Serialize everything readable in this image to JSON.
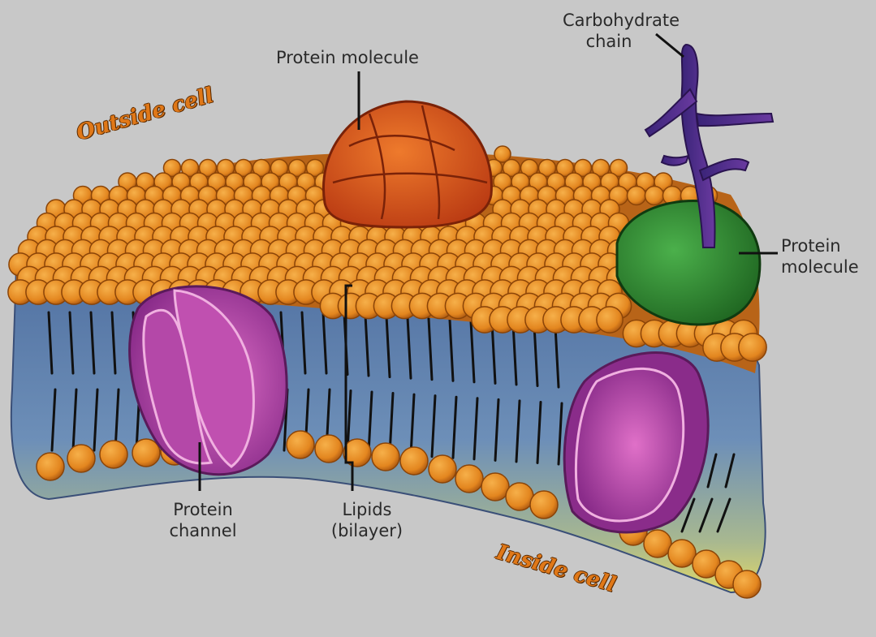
{
  "labels": {
    "protein_molecule_top": "Protein molecule",
    "carbohydrate_line1": "Carbohydrate",
    "carbohydrate_line2": "chain",
    "protein_molecule_right_line1": "Protein",
    "protein_molecule_right_line2": "molecule",
    "protein_channel_line1": "Protein",
    "protein_channel_line2": "channel",
    "lipids_line1": "Lipids",
    "lipids_line2": "(bilayer)",
    "outside_cell": "Outside cell",
    "inside_cell": "Inside cell"
  },
  "colors": {
    "background": "#c8c8c8",
    "lipid_head": "#e8922a",
    "lipid_head_dark": "#a85510",
    "membrane_blue": "#5a7aa8",
    "membrane_yellow": "#d8d070",
    "protein_red": "#d8521c",
    "protein_green": "#2e8a2e",
    "protein_channel_purple": "#a040a0",
    "carbohydrate_purple": "#4a2a80",
    "region_text": "#e07818"
  }
}
